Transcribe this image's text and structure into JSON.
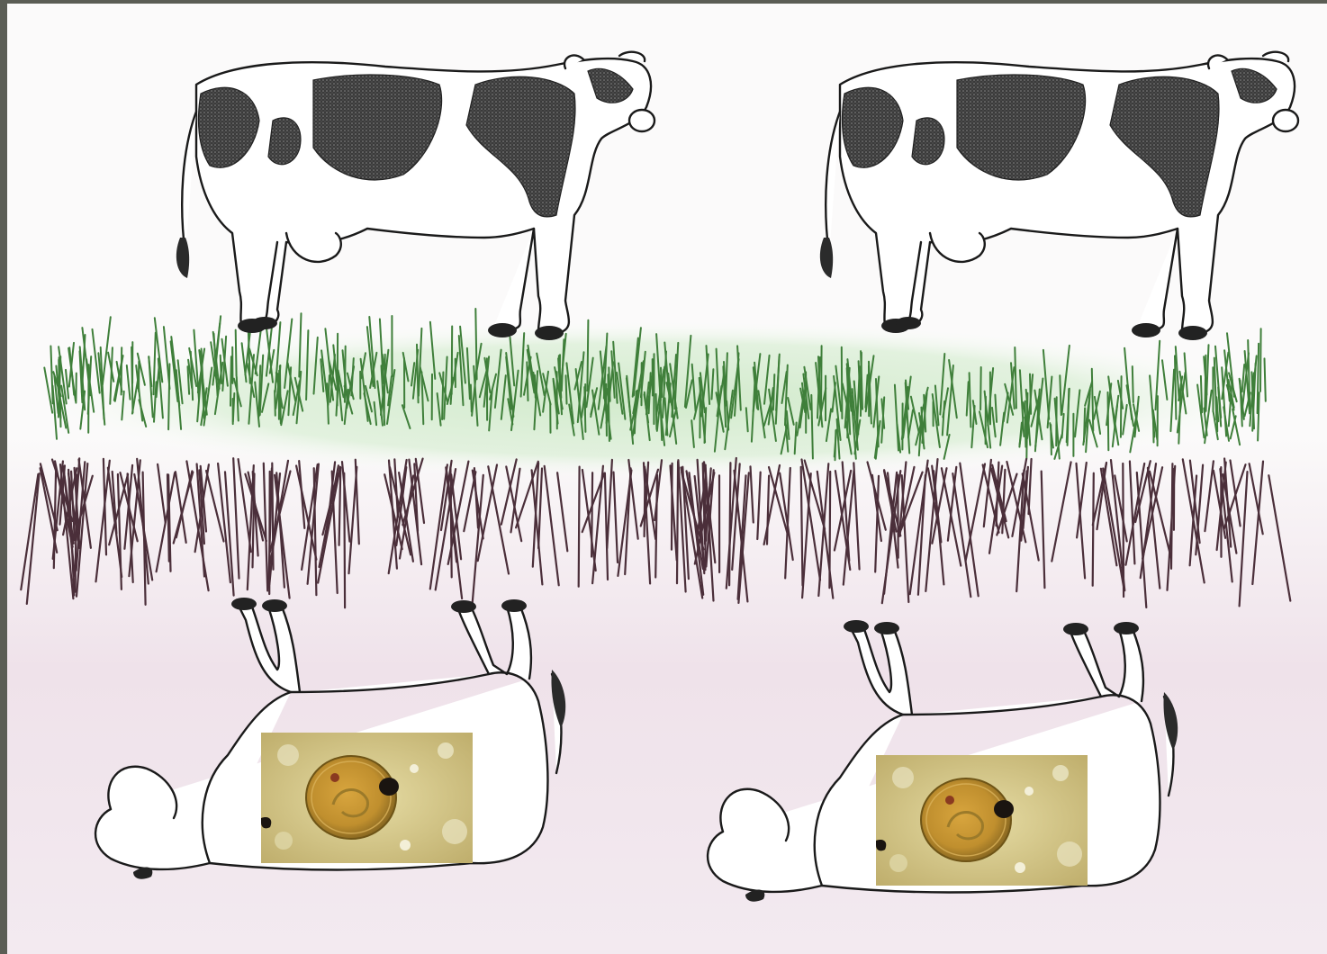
{
  "scene": {
    "description_free": true,
    "colors": {
      "frame": "#5b5d55",
      "paper": "#fbfafa",
      "grass": "#3f7f3a",
      "grass_glow": "#cfe9c9",
      "roots": "#4b2f3a",
      "soil": "#efe3ec",
      "cow_patch": "#2b2b2b",
      "egg_bg": "#d8cc92",
      "egg_shell": "#c79a33"
    },
    "icons": [
      "cow-standing",
      "cow-dead",
      "parasite-egg-micrograph",
      "grass",
      "roots"
    ]
  }
}
